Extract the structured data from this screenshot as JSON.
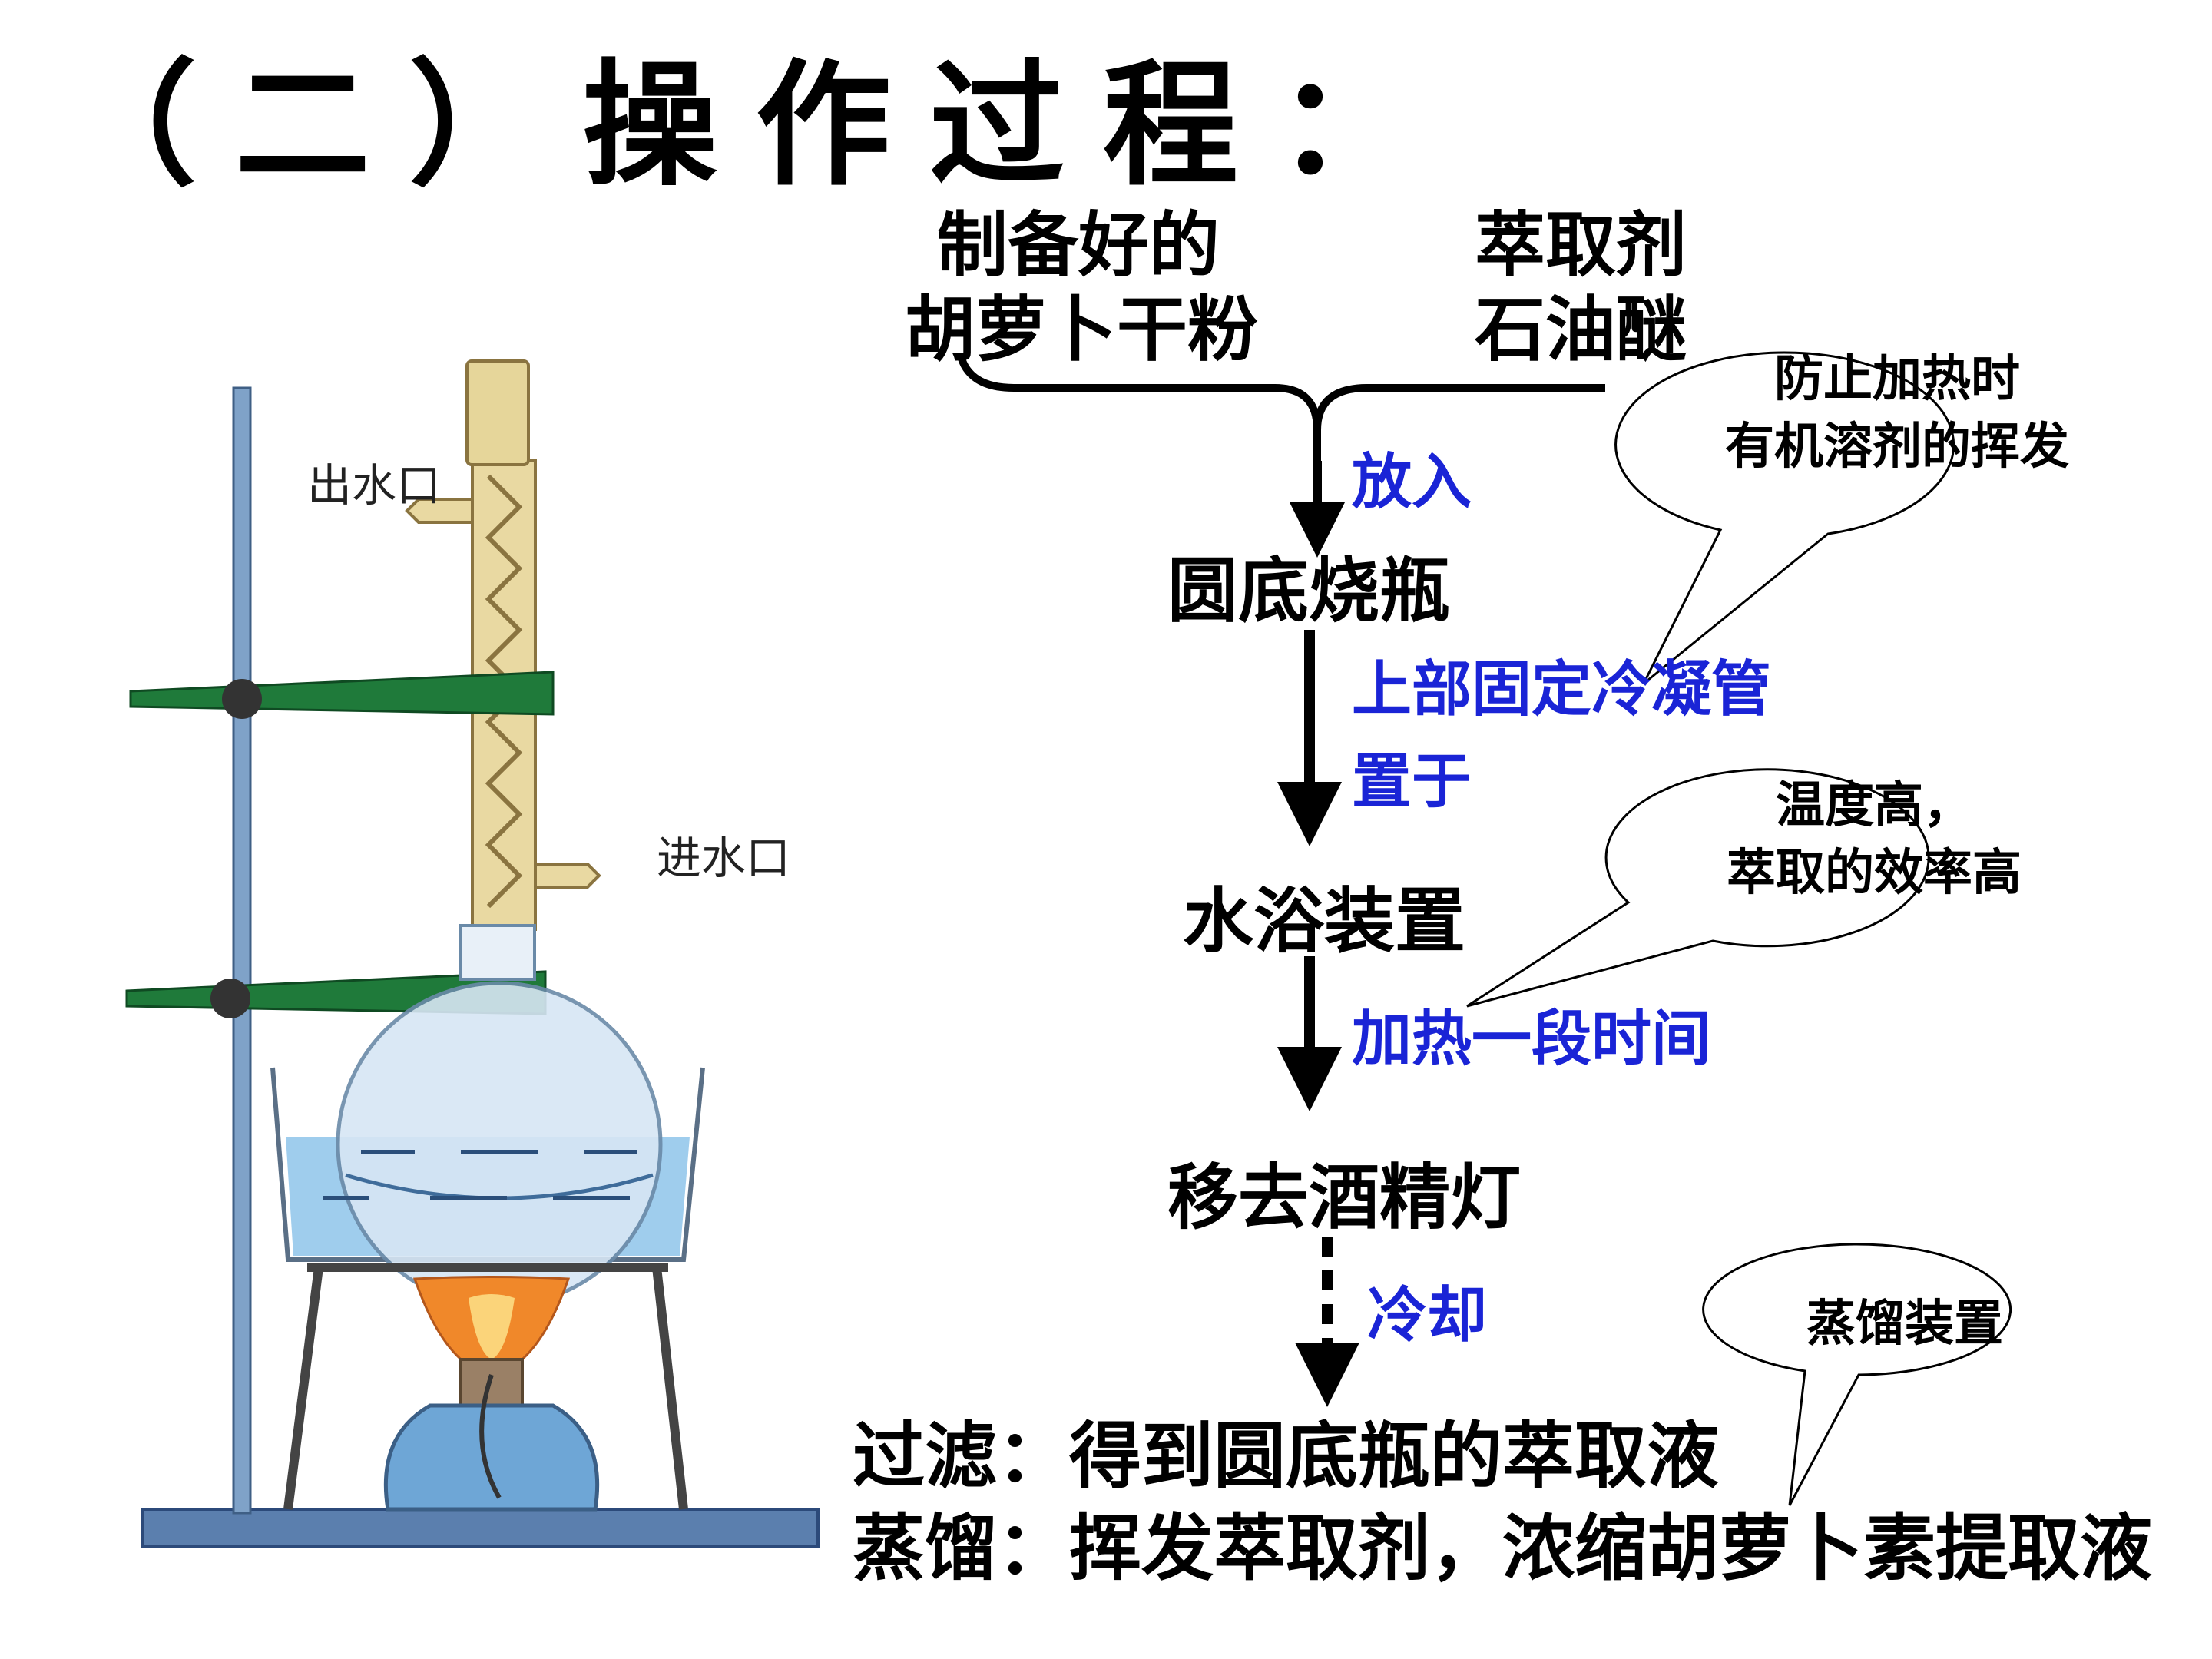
{
  "title": "（二）操作过程：",
  "inputs": {
    "left_line1": "制备好的",
    "left_line2": "胡萝卜干粉",
    "right_line1": "萃取剂",
    "right_line2": "石油醚"
  },
  "steps": {
    "put_in": "放入",
    "flask": "圆底烧瓶",
    "fix_condenser": "上部固定冷凝管",
    "place_in": "置于",
    "water_bath": "水浴装置",
    "heat": "加热一段时间",
    "remove_lamp": "移去酒精灯",
    "cool": "冷却",
    "filter": "过滤：得到圆底瓶的萃取液",
    "distill": "蒸馏：挥发萃取剂，浓缩胡萝卜素提取液"
  },
  "callouts": {
    "c1_line1": "防止加热时",
    "c1_line2": "有机溶剂的挥发",
    "c2_line1": "温度高，",
    "c2_line2": "萃取的效率高",
    "c3": "蒸馏装置"
  },
  "apparatus_labels": {
    "water_out": "出水口",
    "water_in": "进水口"
  },
  "colors": {
    "action_text": "#1a24d6",
    "clamp": "#1f7a3a",
    "water": "#8ec4ea",
    "condenser": "#e9d9a2",
    "flame": "#f0882a"
  }
}
